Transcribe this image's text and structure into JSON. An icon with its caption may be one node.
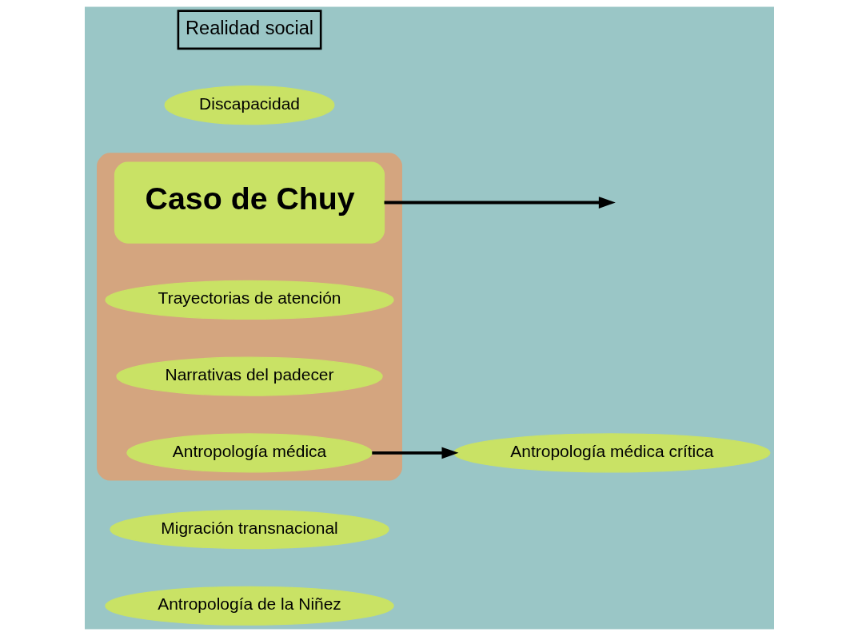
{
  "diagram": {
    "nodes": [
      {
        "text": [
          "Antropología de la Niñez"
        ]
      },
      {
        "text": [
          "Migración transnacional"
        ]
      },
      {
        "text": [],
        "shape": "ellipse"
      },
      {
        "text": [
          "Caso de Chuy"
        ],
        "in": 2
      },
      {
        "text": [
          "Trayectorias de atención"
        ],
        "in": 2
      },
      {
        "text": [
          "Narrativas del padecer"
        ],
        "in": 2
      },
      {
        "text": [
          "Antropología médica"
        ],
        "in": 2
      },
      {
        "text": [
          "Antropología médica crítica"
        ]
      },
      {
        "text": [
          "Discapacidad"
        ]
      },
      {
        "text": [
          "Realidad social"
        ]
      }
    ],
    "edges": [
      {
        "from": 3,
        "to": null,
        "arrow": "to"
      },
      {
        "from": 6,
        "to": 7,
        "arrow": "to"
      }
    ]
  }
}
